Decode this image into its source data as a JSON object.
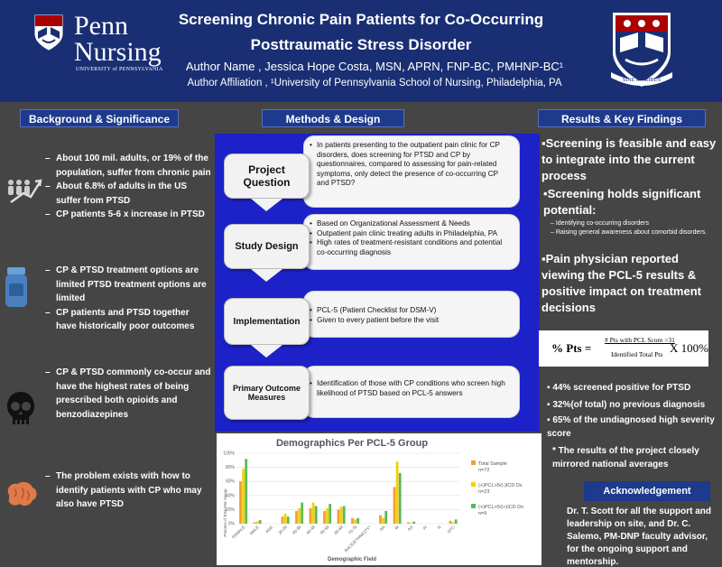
{
  "header": {
    "logo_penn": "Penn",
    "logo_nursing": "Nursing",
    "logo_sub": "UNIVERSITY of PENNSYLVANIA",
    "title_line1": "Screening Chronic Pain Patients for Co-Occurring",
    "title_line2": "Posttraumatic Stress Disorder",
    "authors": "Author Name , Jessica Hope Costa, MSN, APRN, FNP-BC, PMHNP-BC¹",
    "affiliation": "Author Affiliation , ¹University of Pennsylvania School of Nursing, Philadelphia, PA",
    "seal_motto": "SINE MORIBUS"
  },
  "sections": {
    "background": "Background & Significance",
    "methods": "Methods & Design",
    "results": "Results & Key Findings"
  },
  "background": {
    "group1": [
      "About 100 mil. adults, or 19% of the population, suffer from chronic pain",
      "About 6.8% of adults in the US suffer from PTSD",
      "CP patients  5-6 x increase in PTSD"
    ],
    "group2": [
      "CP & PTSD treatment options are limited PTSD treatment options are limited",
      "CP patients and PTSD together have historically poor outcomes"
    ],
    "group3": [
      "CP & PTSD commonly co-occur and have the highest rates of being prescribed both opioids and benzodiazepines"
    ],
    "group4": [
      "The problem exists with how to identify patients with CP who may also have PTSD"
    ]
  },
  "methods": [
    {
      "label": "Project Question",
      "bullets": [
        "In patients presenting to the outpatient pain clinic for CP disorders, does screening for PTSD and CP by questionnaires, compared to assessing for pain-related symptoms, only detect the presence of co-occurring CP and PTSD?"
      ]
    },
    {
      "label": "Study Design",
      "bullets": [
        "Based on Organizational Assessment & Needs",
        "Outpatient pain clinic treating adults in Philadelphia, PA",
        "High rates of treatment-resistant conditions and potential co-occurring diagnosis"
      ]
    },
    {
      "label": "Implementation",
      "bullets": [
        "PCL-5 (Patient Checklist for DSM-V)",
        "Given to every patient before the visit"
      ]
    },
    {
      "label": "Primary Outcome Measures",
      "bullets": [
        "Identification of those with CP conditions who screen high likelihood of PTSD based on PCL-5 answers"
      ]
    }
  ],
  "results": {
    "main1": "Screening is feasible and easy to integrate into the current process",
    "main2": "Screening holds significant potential:",
    "sub": [
      "Identifying co-occurring disorders",
      "Raising general awareness about comorbid disorders."
    ],
    "main3": "Pain physician reported viewing the PCL-5 results & positive impact on treatment decisions",
    "formula": {
      "lhs": "% Pts =",
      "numerator": "# Pts with PCL Score >31",
      "denominator": "Identified Total Pts",
      "rhs": "X 100%"
    },
    "findings": [
      "44% screened positive for PTSD",
      "32%(of total) no previous diagnosis",
      "65% of the undiagnosed high severity score"
    ],
    "note": "The results of the project closely mirrored national averages"
  },
  "acknowledgement": {
    "heading": "Acknowledgement",
    "text": "Dr. T. Scott for all the support and leadership on site, and Dr. C. Salemo, PM-DNP faculty advisor, for the ongoing support and mentorship."
  },
  "chart_data": {
    "type": "bar",
    "title": "Demographics Per PCL-5 Group",
    "xlabel": "Demographic Field",
    "ylabel": "Percent of Total Per Group",
    "ylim": [
      0,
      100
    ],
    "yticks": [
      "0%",
      "20%",
      "40%",
      "60%",
      "80%",
      "100%"
    ],
    "categories": [
      "FEMALE",
      "MALE",
      "AGE",
      "20-29",
      "30-39",
      "40-49",
      "50-59",
      "60-69",
      "70-79",
      "RACE/ETHNICITY*",
      "AA",
      "W",
      "AS",
      "AI",
      "N",
      "OTC"
    ],
    "series": [
      {
        "name": "Total Sample n=72",
        "color": "#f0a030",
        "values": [
          60,
          2,
          0,
          10,
          18,
          22,
          18,
          20,
          8,
          0,
          12,
          52,
          2,
          0,
          0,
          4
        ]
      },
      {
        "name": "(+)PCL>5/(-)ICD Dx n=23",
        "color": "#f5d000",
        "values": [
          78,
          3,
          0,
          14,
          22,
          30,
          22,
          24,
          6,
          0,
          8,
          88,
          1,
          0,
          0,
          2
        ]
      },
      {
        "name": "(+)PCL>5/(+)ICD Dx n=9",
        "color": "#5cb85c",
        "values": [
          92,
          5,
          0,
          10,
          30,
          25,
          28,
          25,
          8,
          0,
          18,
          72,
          3,
          0,
          0,
          6
        ]
      }
    ],
    "legend_position": "right"
  }
}
